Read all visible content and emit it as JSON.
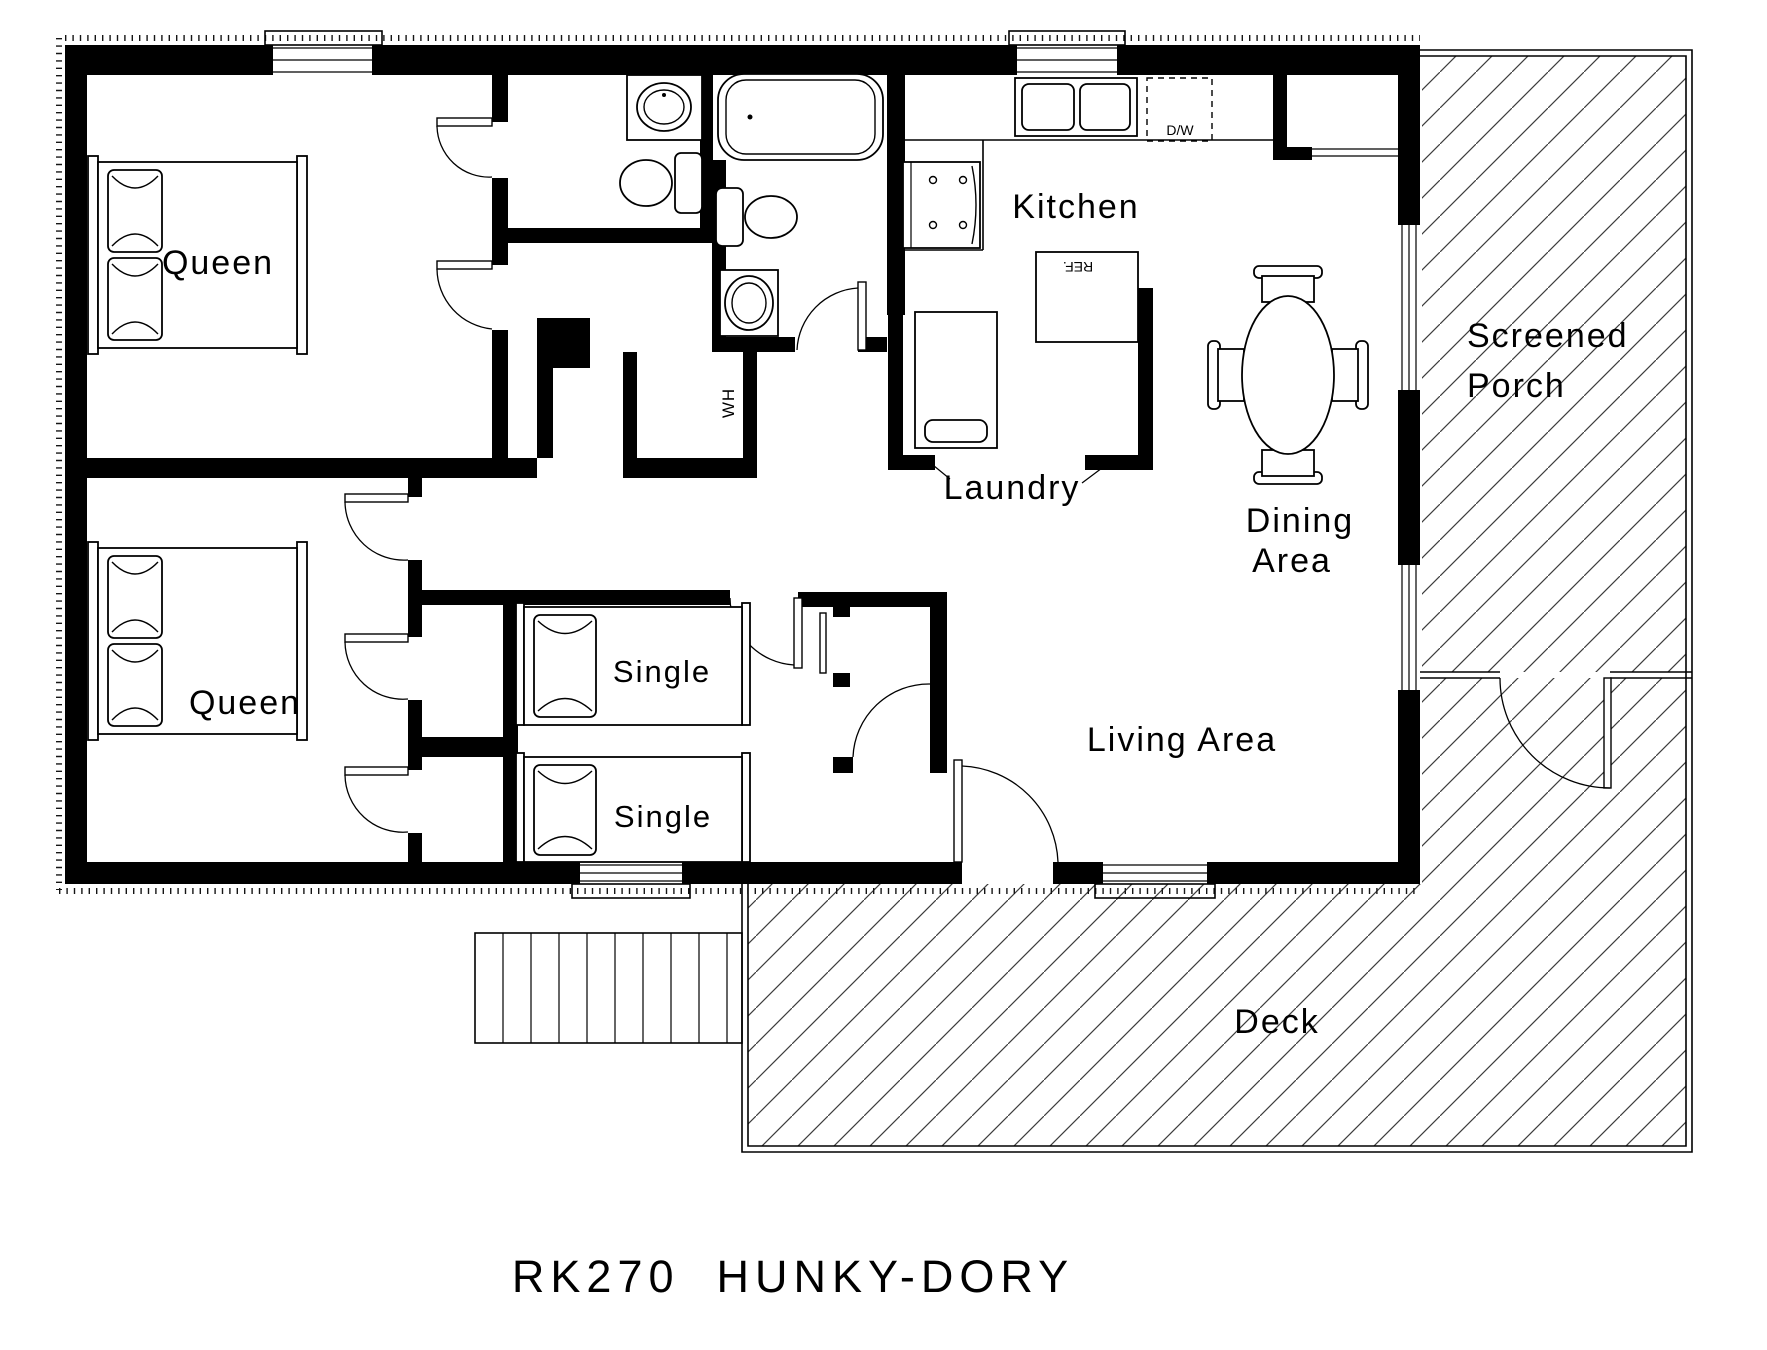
{
  "title": "RK270  HUNKY-DORY",
  "labels": {
    "queen_top": "Queen",
    "queen_bottom": "Queen",
    "single_top": "Single",
    "single_bottom": "Single",
    "kitchen": "Kitchen",
    "laundry": "Laundry",
    "dining_line1": "Dining",
    "dining_line2": "Area",
    "living": "Living Area",
    "porch_line1": "Screened",
    "porch_line2": "Porch",
    "deck": "Deck"
  },
  "appliances": {
    "water_heater": "WH",
    "dishwasher": "D/W",
    "refrigerator": "REF."
  },
  "colors": {
    "walls": "#000000",
    "background": "#ffffff",
    "hatch": "#3c3c3c"
  }
}
